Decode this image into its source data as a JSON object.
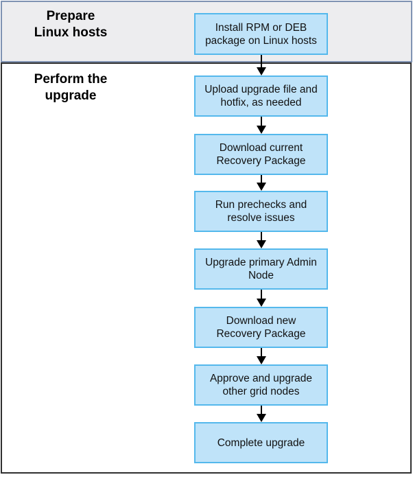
{
  "sections": [
    {
      "label": "Prepare\nLinux hosts"
    },
    {
      "label": "Perform the\nupgrade"
    }
  ],
  "steps": [
    {
      "label": "Install RPM or DEB\npackage on Linux hosts"
    },
    {
      "label": "Upload upgrade file and\nhotfix, as needed"
    },
    {
      "label": "Download current\nRecovery Package"
    },
    {
      "label": "Run prechecks and\nresolve issues"
    },
    {
      "label": "Upgrade primary Admin\nNode"
    },
    {
      "label": "Download new\nRecovery Package"
    },
    {
      "label": "Approve and upgrade\nother grid nodes"
    },
    {
      "label": "Complete upgrade"
    }
  ],
  "colors": {
    "step_fill": "#bfe3f9",
    "step_border": "#54b8ec",
    "prepare_section_fill": "#ededef",
    "prepare_section_border": "#7f92b2",
    "upgrade_section_border": "#2f2f2f",
    "arrow": "#000000",
    "text": "#111111"
  }
}
